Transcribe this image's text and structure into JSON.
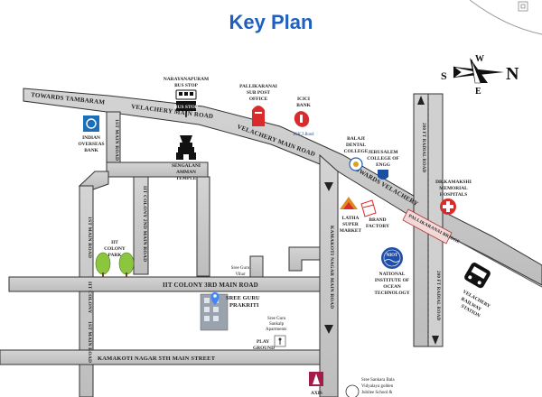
{
  "header": {
    "title": "Key Plan"
  },
  "roads": {
    "towards_tambaram": "TOWARDS TAMBARAM",
    "velachery_main_road_1": "VELACHERY MAIN ROAD",
    "velachery_main_road_2": "VELACHERY MAIN ROAD",
    "towards_velachery": "TOWARDS VELACHERY",
    "first_main_road_top": "1ST MAIN ROAD",
    "first_main_road_left": "1ST MAIN ROAD",
    "iit_colony_2nd_main": "IIT COLONY 2ND MAIN ROAD",
    "iit_colony_left": "IIT COLONY",
    "iit_colony_3rd_main": "IIT COLONY 3RD MAIN ROAD",
    "first_main_road_bottom": "1ST MAIN ROAD",
    "kamakoti_5th_main": "KAMAKOTI NAGAR 5TH  MAIN  STREET",
    "kamakoti_main_road": "KAMAKOTI NAGAR MAIN ROAD",
    "feet_radial_road_1": "200 FT RADIAL ROAD",
    "feet_radial_road_2": "200 FT RADIAL ROAD",
    "pallikaranai_bridge": "PALLIKARANAI BRIDGE"
  },
  "landmarks": {
    "iob": [
      "INDIAN",
      "OVERSEAS",
      "BANK"
    ],
    "bus_stop": [
      "NARAYANAPURAM",
      "BUS STOP"
    ],
    "bus_stop_sign": "BUS STOP",
    "post_office": [
      "PALLIKARANAI",
      "SUB POST",
      "OFFICE"
    ],
    "icici": [
      "ICICI",
      "BANK"
    ],
    "icici_logo": "ICICI Bank",
    "temple": [
      "SENGALANI",
      "AMMAN",
      "TEMPLE"
    ],
    "balaji": [
      "BALAJI",
      "DENTAL",
      "COLLEGE"
    ],
    "jerusalem": [
      "JERUSALEM",
      "COLLEGE OF",
      "ENGG"
    ],
    "hospital": [
      "DR.KAMAKSHI",
      "MEMORIAL",
      "HOSPITALS"
    ],
    "latha": [
      "LATHA",
      "SUPER",
      "MARKET"
    ],
    "brand_factory": [
      "BRAND",
      "FACTORY"
    ],
    "park": [
      "IIT",
      "COLONY",
      "PARK"
    ],
    "vihar": [
      "Sree Guru",
      "Vihar"
    ],
    "prakriti": [
      "SREE GURU",
      "PRAKRITI"
    ],
    "sankalp": [
      "Sree Guru",
      "Sankalp",
      "Apartments"
    ],
    "play_ground": [
      "PLAY",
      "GROUND"
    ],
    "niot_logo": "NIOT",
    "niot": [
      "NATIONAL",
      "INSTITUTE OF",
      "OCEAN",
      "TECHNOLOGY"
    ],
    "railway": [
      "VELACHERY",
      "RAILWAY",
      "STATION"
    ],
    "axis": "AXIS",
    "school": [
      "Sree Sankara Bala",
      "Vidyalaya golden",
      "Jubilee School &"
    ]
  },
  "compass": {
    "n": "N",
    "s": "S",
    "e": "E",
    "w": "W"
  },
  "colors": {
    "road": "#c9c9c9",
    "road_edge": "#333333",
    "title": "#1f5fbf",
    "accent_red": "#d92b2b",
    "niot_blue": "#1f4fa8"
  }
}
